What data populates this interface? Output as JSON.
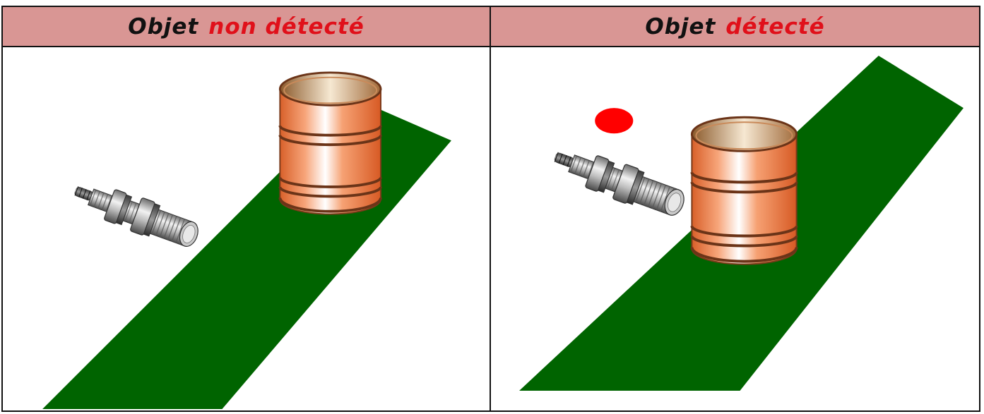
{
  "colors": {
    "header_bg": "#d99694",
    "highlight_text": "#e0101a",
    "plain_text": "#111111",
    "conveyor": "#006400",
    "object": "#f08a55",
    "led": "#ff0000"
  },
  "panels": [
    {
      "title_prefix": "Objet",
      "title_highlight": "non détecté",
      "led_on": false
    },
    {
      "title_prefix": "Objet",
      "title_highlight": "détecté",
      "led_on": true
    }
  ],
  "icons": [
    "proximity-sensor-icon",
    "cylinder-object-icon",
    "conveyor-belt-icon",
    "indicator-led-icon"
  ]
}
